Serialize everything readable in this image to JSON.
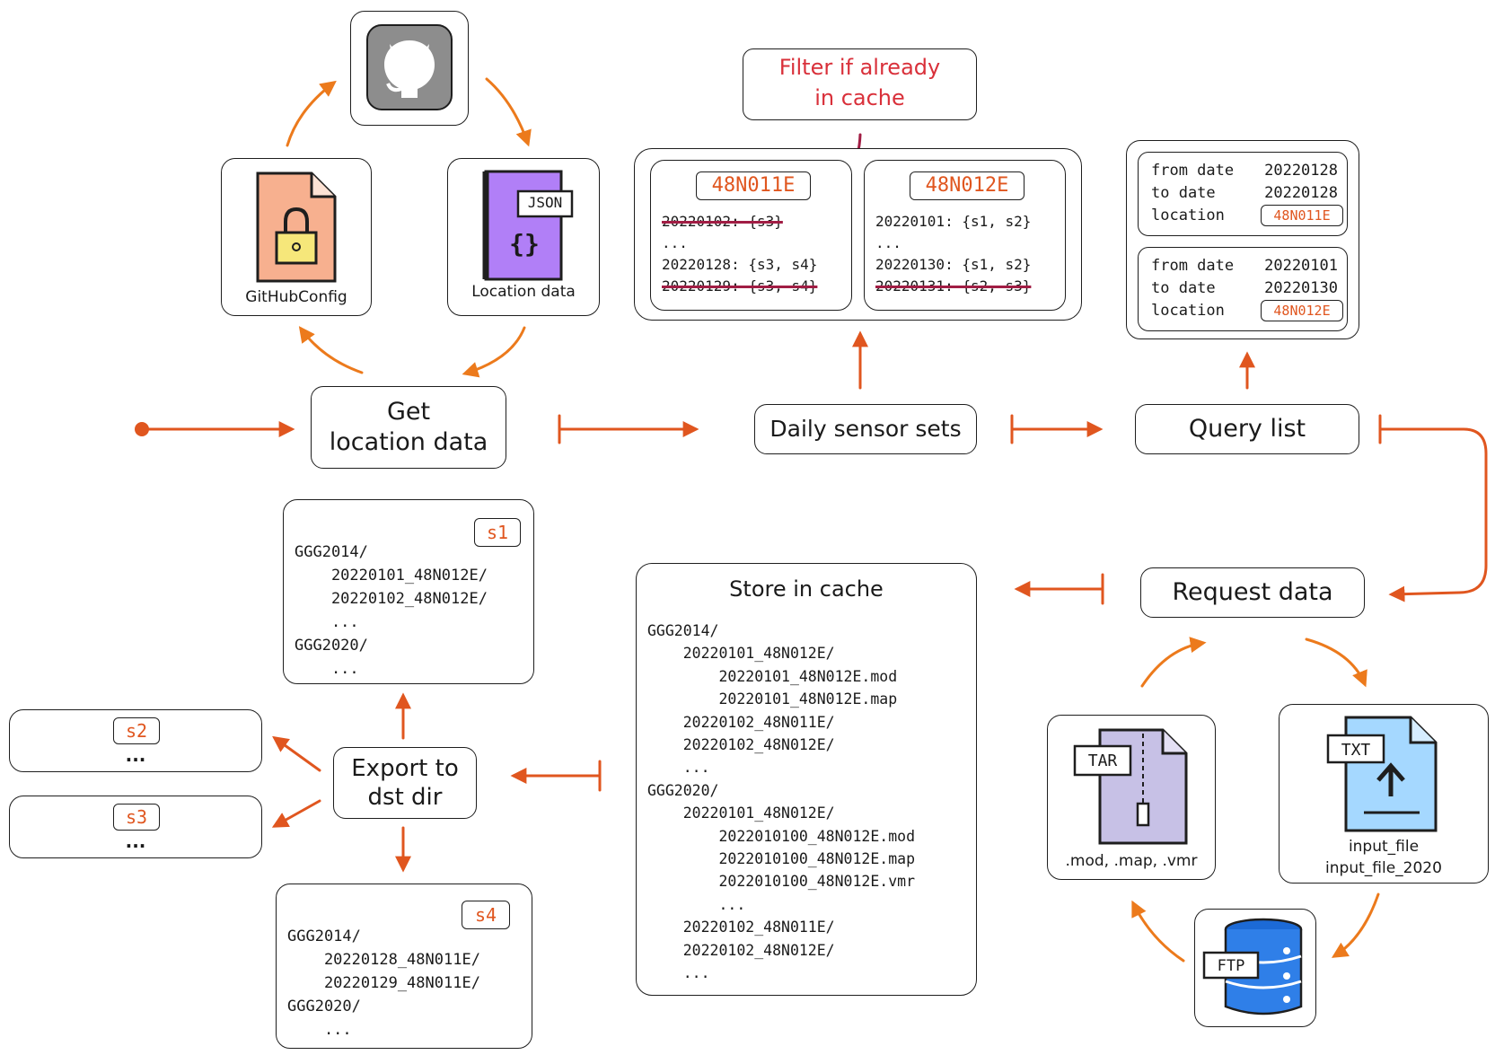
{
  "colors": {
    "arrow": "#e0561f",
    "loop_arrow": "#ec7a1c",
    "stroke": "#1e1e1e",
    "strike": "#a11d44",
    "note_text": "#d9303a"
  },
  "icons": {
    "github": "github-icon",
    "config": "lock-file-icon",
    "json": "json-file-icon",
    "tar": "zip-file-icon",
    "txt": "upload-file-icon",
    "ftp": "database-icon"
  },
  "github_config": {
    "label": "GitHubConfig"
  },
  "location_data": {
    "label": "Location data",
    "badge": "JSON",
    "glyph": "{}"
  },
  "steps": {
    "get_location": [
      "Get",
      "location data"
    ],
    "daily_sensor_sets": "Daily sensor sets",
    "query_list": "Query list",
    "request_data": "Request data",
    "store_in_cache": "Store in cache",
    "export": [
      "Export to",
      "dst dir"
    ]
  },
  "filter_note": [
    "Filter if already",
    "in cache"
  ],
  "sensor_sets": [
    {
      "location": "48N011E",
      "lines": [
        {
          "text": "20220102: {s3}",
          "struck": true
        },
        {
          "text": "...",
          "struck": false
        },
        {
          "text": "20220128: {s3, s4}",
          "struck": false
        },
        {
          "text": "20220129: {s3, s4}",
          "struck": true
        }
      ]
    },
    {
      "location": "48N012E",
      "lines": [
        {
          "text": "20220101: {s1, s2}",
          "struck": false
        },
        {
          "text": "...",
          "struck": false
        },
        {
          "text": "20220130: {s1, s2}",
          "struck": false
        },
        {
          "text": "20220131: {s2, s3}",
          "struck": true
        }
      ]
    }
  ],
  "queries": [
    {
      "from_label": "from date",
      "from": "20220128",
      "to_label": "to date",
      "to": "20220128",
      "loc_label": "location",
      "location": "48N011E"
    },
    {
      "from_label": "from date",
      "from": "20220101",
      "to_label": "to date",
      "to": "20220130",
      "loc_label": "location",
      "location": "48N012E"
    }
  ],
  "cache_tree": [
    "GGG2014/",
    "    20220101_48N012E/",
    "        20220101_48N012E.mod",
    "        20220101_48N012E.map",
    "    20220102_48N011E/",
    "    20220102_48N012E/",
    "    ...",
    "GGG2020/",
    "    20220101_48N012E/",
    "        2022010100_48N012E.mod",
    "        2022010100_48N012E.map",
    "        2022010100_48N012E.vmr",
    "        ...",
    "    20220102_48N011E/",
    "    20220102_48N012E/",
    "    ..."
  ],
  "tar_file": {
    "badge": "TAR",
    "label": ".mod, .map, .vmr"
  },
  "txt_file": {
    "badge": "TXT",
    "label1": "input_file",
    "label2": "input_file_2020"
  },
  "ftp": {
    "badge": "FTP"
  },
  "exports": {
    "s1": {
      "tag": "s1",
      "lines": [
        "GGG2014/",
        "    20220101_48N012E/",
        "    20220102_48N012E/",
        "    ...",
        "GGG2020/",
        "    ..."
      ]
    },
    "s2": {
      "tag": "s2",
      "dots": "..."
    },
    "s3": {
      "tag": "s3",
      "dots": "..."
    },
    "s4": {
      "tag": "s4",
      "lines": [
        "GGG2014/",
        "    20220128_48N011E/",
        "    20220129_48N011E/",
        "GGG2020/",
        "    ..."
      ]
    }
  }
}
